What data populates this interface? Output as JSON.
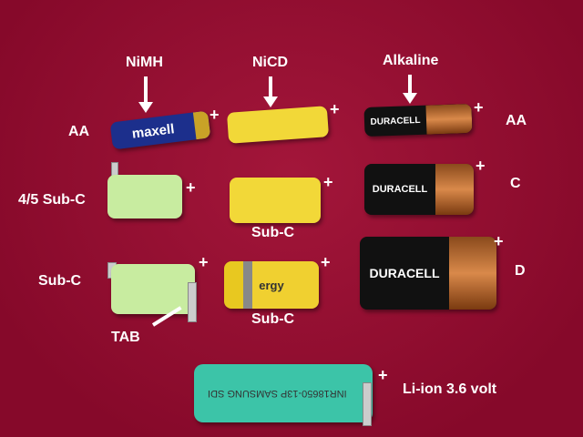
{
  "labels": {
    "nimh": "NiMH",
    "nicd": "NiCD",
    "alkaline": "Alkaline",
    "aa_left": "AA",
    "aa_right": "AA",
    "sub45": "4/5 Sub-C",
    "subc_mid": "Sub-C",
    "c": "C",
    "subc_left": "Sub-C",
    "subc_bottom": "Sub-C",
    "d": "D",
    "tab": "TAB",
    "liion": "Li-ion 3.6 volt",
    "plus": "+"
  },
  "battery_text": {
    "maxell": "maxell",
    "duracell": "DURACELL",
    "energy": "ergy",
    "samsung": "INR18650-13P SAMSUNG SDI"
  }
}
